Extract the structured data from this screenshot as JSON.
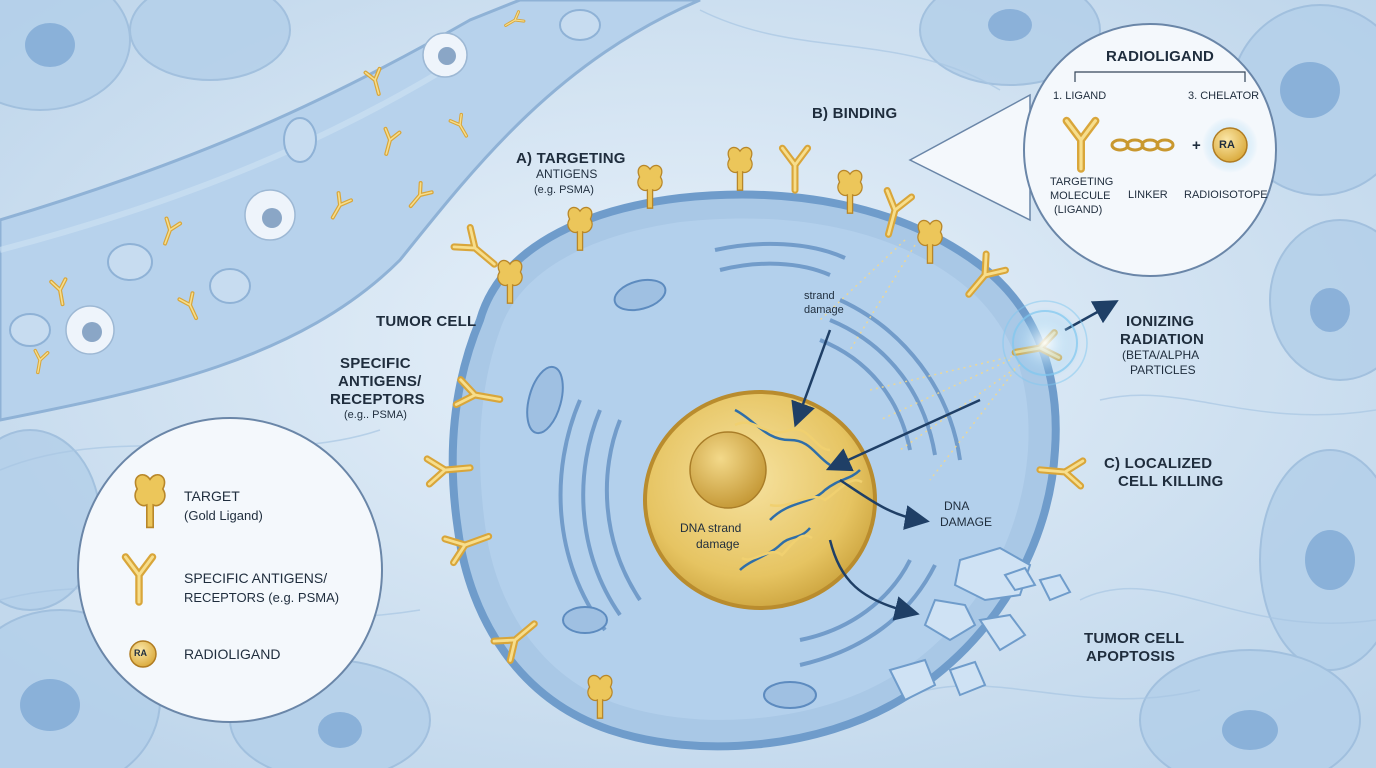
{
  "labels": {
    "binding": "B) BINDING",
    "targeting_title": "A) TARGETING",
    "targeting_sub": "ANTIGENS",
    "targeting_eg": "(e.g. PSMA)",
    "tumor_cell": "TUMOR CELL",
    "specific_line1": "SPECIFIC",
    "specific_line2": "ANTIGENS/",
    "specific_line3": "RECEPTORS",
    "specific_eg": "(e.g.. PSMA)",
    "strand_top1": "strand",
    "strand_top2": "damage",
    "dna_strand1": "DNA strand",
    "dna_strand2": "damage",
    "dna_damage1": "DNA",
    "dna_damage2": "DAMAGE",
    "ionizing1": "IONIZING",
    "ionizing2": "RADIATION",
    "ionizing3": "(BETA/ALPHA",
    "ionizing4": "PARTICLES",
    "localized1": "C) LOCALIZED",
    "localized2": "CELL KILLING",
    "apoptosis1": "TUMOR CELL",
    "apoptosis2": "APOPTOSIS"
  },
  "inset": {
    "title": "RADIOLIGAND",
    "part1": "1. LIGAND",
    "part3": "3. CHELATOR",
    "targeting_molecule1": "TARGETING",
    "targeting_molecule2": "MOLECULE",
    "targeting_molecule3": "(LIGAND)",
    "linker": "LINKER",
    "radioisotope": "RADIOISOTOPE",
    "ra": "RA",
    "plus": "+"
  },
  "legend": {
    "target1": "TARGET",
    "target2": "(Gold  Ligand)",
    "antigens1": "SPECIFIC ANTIGENS/",
    "antigens2": "RECEPTORS (e.g. PSMA)",
    "radioligand": "RADIOLIGAND",
    "ra": "RA"
  },
  "colors": {
    "background": "#d8e8f4",
    "cell_fill": "#a9c8e6",
    "nucleus": "#e8c867",
    "gold": "#e3b94a",
    "arrow": "#1f3f66"
  }
}
